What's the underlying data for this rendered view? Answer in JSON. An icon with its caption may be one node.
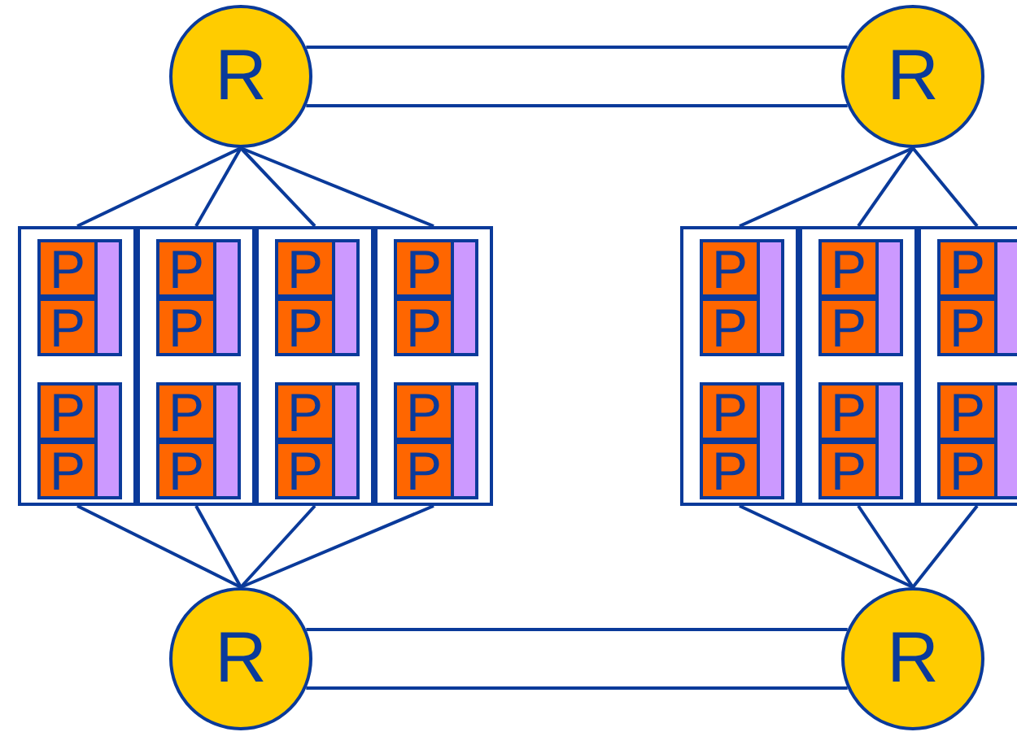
{
  "diagram": {
    "nodes": [
      {
        "text": [
          "R"
        ]
      },
      {
        "text": [
          "R"
        ]
      },
      {
        "text": [],
        "shape": "box"
      },
      {
        "text": [
          "P"
        ],
        "in": 2
      },
      {
        "text": [
          "P"
        ],
        "in": 2
      },
      {
        "text": [
          "P"
        ],
        "in": 2
      },
      {
        "text": [
          "P"
        ],
        "in": 2
      },
      {
        "text": [],
        "shape": "box"
      },
      {
        "text": [
          "P"
        ],
        "in": 7
      },
      {
        "text": [
          "P"
        ],
        "in": 7
      },
      {
        "text": [
          "P"
        ],
        "in": 7
      },
      {
        "text": [
          "P"
        ],
        "in": 7
      },
      {
        "text": [],
        "shape": "box"
      },
      {
        "text": [
          "P"
        ],
        "in": 12
      },
      {
        "text": [
          "P"
        ],
        "in": 12
      },
      {
        "text": [
          "P"
        ],
        "in": 12
      },
      {
        "text": [
          "P"
        ],
        "in": 12
      },
      {
        "text": [],
        "shape": "box"
      },
      {
        "text": [
          "P"
        ],
        "in": 17
      },
      {
        "text": [
          "P"
        ],
        "in": 17
      },
      {
        "text": [
          "P"
        ],
        "in": 17
      },
      {
        "text": [
          "P"
        ],
        "in": 17
      },
      {
        "text": [],
        "shape": "box"
      },
      {
        "text": [
          "P"
        ],
        "in": 22
      },
      {
        "text": [
          "P"
        ],
        "in": 22
      },
      {
        "text": [
          "P"
        ],
        "in": 22
      },
      {
        "text": [
          "P"
        ],
        "in": 22
      },
      {
        "text": [],
        "shape": "box"
      },
      {
        "text": [
          "P"
        ],
        "in": 27
      },
      {
        "text": [
          "P"
        ],
        "in": 27
      },
      {
        "text": [
          "P"
        ],
        "in": 27
      },
      {
        "text": [
          "P"
        ],
        "in": 27
      },
      {
        "text": [],
        "shape": "box"
      },
      {
        "text": [
          "P"
        ],
        "in": 32
      },
      {
        "text": [
          "P"
        ],
        "in": 32
      },
      {
        "text": [
          "P"
        ],
        "in": 32
      },
      {
        "text": [
          "P"
        ],
        "in": 32
      },
      {
        "text": [
          "R"
        ]
      },
      {
        "text": [
          "R"
        ]
      }
    ],
    "edges": [
      {
        "from": 0,
        "to": 1,
        "arrow": "none"
      },
      {
        "from": 0,
        "to": 1,
        "arrow": "none"
      },
      {
        "from": 0,
        "to": 2,
        "arrow": "none"
      },
      {
        "from": 0,
        "to": 7,
        "arrow": "none"
      },
      {
        "from": 0,
        "to": 12,
        "arrow": "none"
      },
      {
        "from": 0,
        "to": 17,
        "arrow": "none"
      },
      {
        "from": 1,
        "to": 22,
        "arrow": "none"
      },
      {
        "from": 1,
        "to": 27,
        "arrow": "none"
      },
      {
        "from": 1,
        "to": 32,
        "arrow": "none"
      },
      {
        "from": 2,
        "to": 37,
        "arrow": "none"
      },
      {
        "from": 7,
        "to": 37,
        "arrow": "none"
      },
      {
        "from": 12,
        "to": 37,
        "arrow": "none"
      },
      {
        "from": 17,
        "to": 37,
        "arrow": "none"
      },
      {
        "from": 22,
        "to": 38,
        "arrow": "none"
      },
      {
        "from": 27,
        "to": 38,
        "arrow": "none"
      },
      {
        "from": 32,
        "to": 38,
        "arrow": "none"
      },
      {
        "from": 37,
        "to": 38,
        "arrow": "none"
      },
      {
        "from": 37,
        "to": 38,
        "arrow": "none"
      }
    ]
  }
}
